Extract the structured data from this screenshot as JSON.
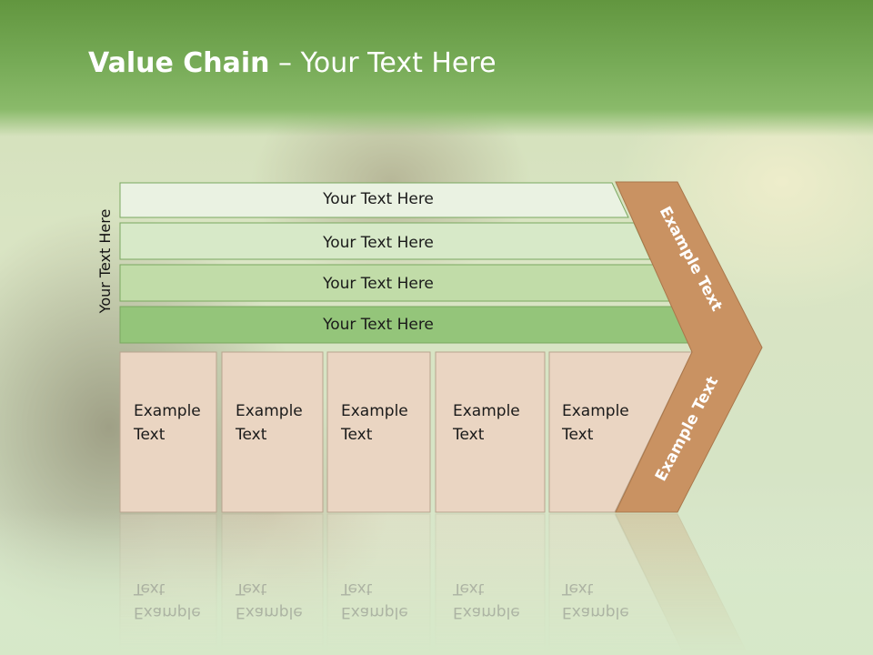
{
  "slide": {
    "title_bold": "Value Chain",
    "title_rest": " – Your Text Here",
    "side_label": "Your Text Here"
  },
  "bars": [
    {
      "label": "Your Text Here",
      "fill": "#eaf2e2"
    },
    {
      "label": "Your Text Here",
      "fill": "#d7e9c8"
    },
    {
      "label": "Your Text Here",
      "fill": "#c1dca8"
    },
    {
      "label": "Your Text Here",
      "fill": "#94c57a"
    }
  ],
  "columns": [
    {
      "label": "Example\nText"
    },
    {
      "label": "Example\nText"
    },
    {
      "label": "Example\nText"
    },
    {
      "label": "Example\nText"
    },
    {
      "label": "Example\nText"
    }
  ],
  "chevron": {
    "top_label": "Example Text",
    "bottom_label": "Example Text",
    "fill": "#c99262"
  },
  "colors": {
    "column_fill": "#ead5c2",
    "header_green": "#6fa64e",
    "bar_stroke": "#7aa860"
  }
}
